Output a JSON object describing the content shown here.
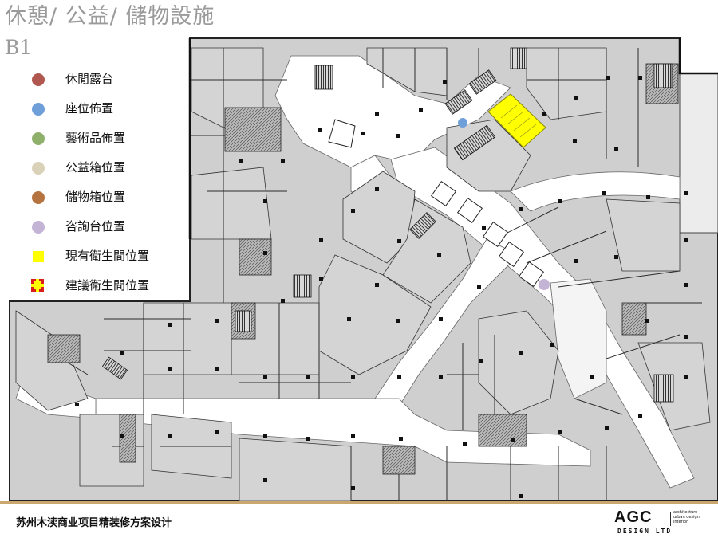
{
  "header": {
    "title": "休憩/ 公益/ 儲物設施",
    "level": "B1"
  },
  "legend": [
    {
      "label": "休閒露台",
      "color": "#b0574f",
      "shape": "circle"
    },
    {
      "label": "座位佈置",
      "color": "#6f9fd9",
      "shape": "circle"
    },
    {
      "label": "藝術品佈置",
      "color": "#8fb06b",
      "shape": "circle"
    },
    {
      "label": "公益箱位置",
      "color": "#d9d2b8",
      "shape": "circle"
    },
    {
      "label": "儲物箱位置",
      "color": "#b4733f",
      "shape": "circle"
    },
    {
      "label": "咨詢台位置",
      "color": "#c3b4d6",
      "shape": "circle"
    },
    {
      "label": "現有衛生間位置",
      "color": "#ffff00",
      "shape": "square"
    },
    {
      "label": "建議衛生間位置",
      "color": "#ffff00",
      "shape": "square-dashed",
      "border_color": "#d91c1c"
    }
  ],
  "plan_markers": [
    {
      "type": "座位佈置",
      "color": "#6f9fd9"
    },
    {
      "type": "咨詢台位置",
      "color": "#c3b4d6"
    },
    {
      "type": "現有衛生間位置",
      "color": "#ffff00"
    }
  ],
  "footer": {
    "project_title": "苏州木渎商业项目精装修方案设计",
    "logo_main": "AGC",
    "logo_sub": "DESIGN LTD",
    "logo_side": [
      "architecture",
      "urban design",
      "interior"
    ]
  },
  "colors": {
    "plan_fill": "#cfcfcf",
    "plan_line": "#222222",
    "corridor": "#ffffff",
    "footer_rule": "#c9a76e"
  }
}
